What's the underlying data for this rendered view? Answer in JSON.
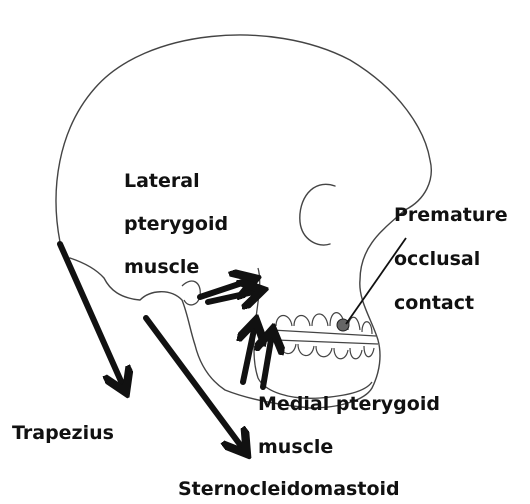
{
  "labels": {
    "lateral_pterygoid_line1": "Lateral",
    "lateral_pterygoid_line2": "pterygoid",
    "lateral_pterygoid_line3": "muscle",
    "premature_contact_line1": "Premature",
    "premature_contact_line2": "occlusal",
    "premature_contact_line3": "contact",
    "medial_pterygoid_line1": "Medial pterygoid",
    "medial_pterygoid_line2": "muscle",
    "trapezius": "Trapezius",
    "sternocleidomastoid": "Sternocleidomastoid"
  },
  "colors": {
    "ink": "#111111",
    "sketch_line": "#444444",
    "background": "#ffffff"
  },
  "icons": {
    "muscle_force": "arrow-icon",
    "contact_pointer": "pointer-line-icon"
  }
}
